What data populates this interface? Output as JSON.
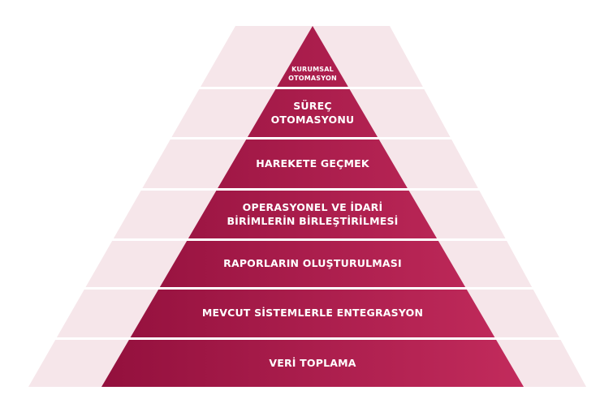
{
  "pyramid": {
    "colors": {
      "outer_band": "#f6e6ea",
      "pyramid_left": "#93103d",
      "pyramid_right": "#c22b5c",
      "separator": "#ffffff",
      "text": "#ffffff"
    },
    "levels": [
      {
        "lines": [
          "KURUMSAL",
          "OTOMASYON"
        ]
      },
      {
        "lines": [
          "SÜREÇ",
          "OTOMASYONU"
        ]
      },
      {
        "lines": [
          "HAREKETE GEÇMEK"
        ]
      },
      {
        "lines": [
          "OPERASYONEL VE İDARİ",
          "BİRİMLERİN BİRLEŞTİRİLMESİ"
        ]
      },
      {
        "lines": [
          "RAPORLARIN OLUŞTURULMASI"
        ]
      },
      {
        "lines": [
          "MEVCUT SİSTEMLERLE ENTEGRASYON"
        ]
      },
      {
        "lines": [
          "VERİ TOPLAMA"
        ]
      }
    ]
  }
}
